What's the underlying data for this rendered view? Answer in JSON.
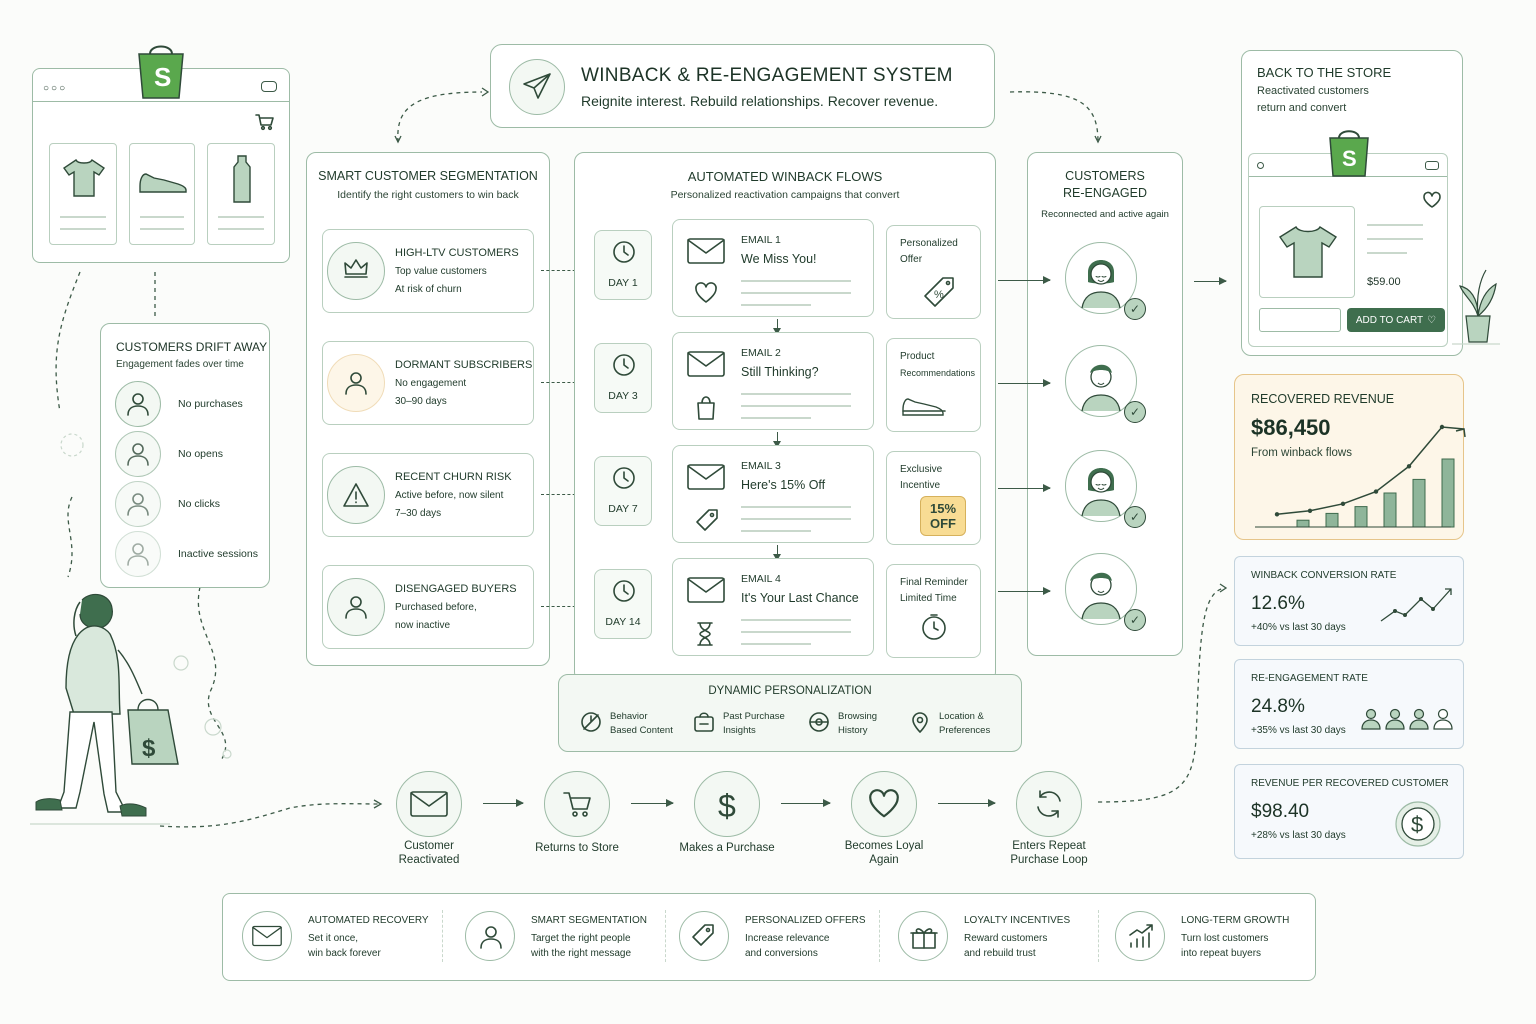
{
  "header": {
    "title": "WINBACK & RE-ENGAGEMENT SYSTEM",
    "subtitle": "Reignite interest. Rebuild relationships. Recover revenue."
  },
  "segmentation": {
    "title": "SMART CUSTOMER SEGMENTATION",
    "subtitle": "Identify the right customers to win back",
    "items": [
      {
        "title": "HIGH-LTV CUSTOMERS",
        "line1": "Top value customers",
        "line2": "At risk of churn",
        "icon": "crown-icon"
      },
      {
        "title": "DORMANT SUBSCRIBERS",
        "line1": "No engagement",
        "line2": "30–90 days",
        "icon": "user-icon"
      },
      {
        "title": "RECENT CHURN RISK",
        "line1": "Active before, now silent",
        "line2": "7–30 days",
        "icon": "warning-icon"
      },
      {
        "title": "DISENGAGED BUYERS",
        "line1": "Purchased before,",
        "line2": "now inactive",
        "icon": "user-icon"
      }
    ]
  },
  "drift": {
    "title": "CUSTOMERS DRIFT AWAY",
    "subtitle": "Engagement fades over time",
    "items": [
      "No purchases",
      "No opens",
      "No clicks",
      "Inactive sessions"
    ]
  },
  "flows": {
    "title": "AUTOMATED WINBACK FLOWS",
    "subtitle": "Personalized reactivation campaigns that convert",
    "steps": [
      {
        "day": "DAY 1",
        "email": "EMAIL 1",
        "subject": "We Miss You!",
        "side1": "Personalized",
        "side2": "Offer"
      },
      {
        "day": "DAY 3",
        "email": "EMAIL 2",
        "subject": "Still Thinking?",
        "side1": "Product",
        "side2": "Recommendations"
      },
      {
        "day": "DAY 7",
        "email": "EMAIL 3",
        "subject": "Here's 15% Off",
        "side1": "Exclusive",
        "side2": "Incentive"
      },
      {
        "day": "DAY 14",
        "email": "EMAIL 4",
        "subject": "It's Your Last Chance",
        "side1": "Final Reminder",
        "side2": "Limited Time"
      }
    ],
    "badge_line1": "15%",
    "badge_line2": "OFF"
  },
  "personalization": {
    "title": "DYNAMIC PERSONALIZATION",
    "items": [
      {
        "l1": "Behavior",
        "l2": "Based Content"
      },
      {
        "l1": "Past Purchase",
        "l2": "Insights"
      },
      {
        "l1": "Browsing",
        "l2": "History"
      },
      {
        "l1": "Location &",
        "l2": "Preferences"
      }
    ]
  },
  "reengaged": {
    "title1": "CUSTOMERS",
    "title2": "RE-ENGAGED",
    "subtitle": "Reconnected and active again"
  },
  "store": {
    "title": "BACK TO THE STORE",
    "line1": "Reactivated customers",
    "line2": "return and convert",
    "price": "$59.00",
    "cta": "ADD TO CART"
  },
  "revenue": {
    "title": "RECOVERED REVENUE",
    "value": "$86,450",
    "caption": "From winback flows"
  },
  "metrics": [
    {
      "title": "WINBACK CONVERSION RATE",
      "value": "12.6%",
      "change": "+40% vs last 30 days"
    },
    {
      "title": "RE-ENGAGEMENT RATE",
      "value": "24.8%",
      "change": "+35% vs last 30 days"
    },
    {
      "title": "REVENUE PER RECOVERED CUSTOMER",
      "value": "$98.40",
      "change": "+28% vs last 30 days"
    }
  ],
  "journey": [
    {
      "l1": "Customer",
      "l2": "Reactivated"
    },
    {
      "l1": "Returns to Store",
      "l2": ""
    },
    {
      "l1": "Makes a Purchase",
      "l2": ""
    },
    {
      "l1": "Becomes Loyal",
      "l2": "Again"
    },
    {
      "l1": "Enters Repeat",
      "l2": "Purchase Loop"
    }
  ],
  "benefits": [
    {
      "title": "AUTOMATED RECOVERY",
      "l1": "Set it once,",
      "l2": "win back forever"
    },
    {
      "title": "SMART SEGMENTATION",
      "l1": "Target the right people",
      "l2": "with the right message"
    },
    {
      "title": "PERSONALIZED OFFERS",
      "l1": "Increase relevance",
      "l2": "and conversions"
    },
    {
      "title": "LOYALTY INCENTIVES",
      "l1": "Reward customers",
      "l2": "and rebuild trust"
    },
    {
      "title": "LONG-TERM GROWTH",
      "l1": "Turn lost customers",
      "l2": "into repeat buyers"
    }
  ],
  "chart_data": {
    "type": "bar",
    "values": [
      1,
      2,
      3,
      5,
      7,
      10
    ],
    "trend": [
      1,
      1.4,
      2.2,
      3.6,
      6.5,
      11
    ]
  },
  "colors": {
    "accent": "#3f6e4e",
    "border": "#9dbba6",
    "revenue_bg": "#fdf6e8",
    "revenue_border": "#e6c58a",
    "badge_bg": "#f8dc94"
  }
}
